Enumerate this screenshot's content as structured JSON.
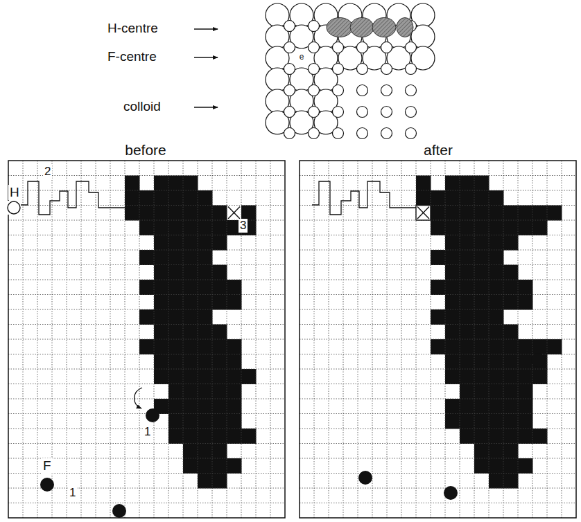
{
  "diagram": {
    "labels": [
      "H-centre",
      "F-centre",
      "colloid",
      "e",
      "before",
      "after",
      "H",
      "2",
      "F",
      "1",
      "1",
      "3"
    ]
  }
}
